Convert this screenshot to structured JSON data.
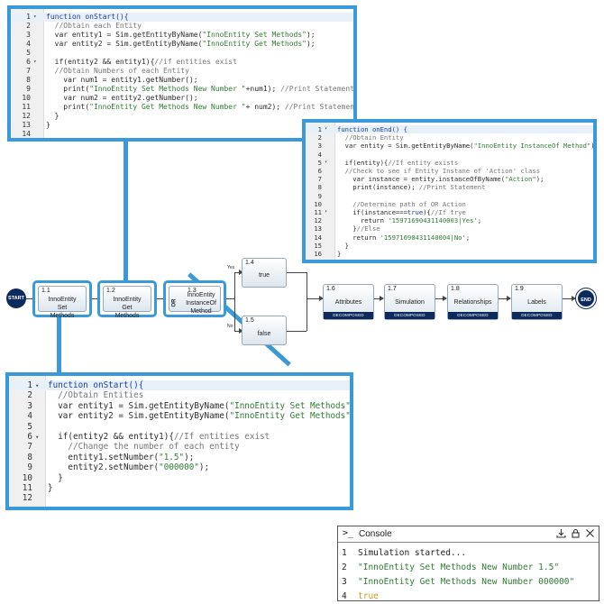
{
  "panels": {
    "on_start_top": {
      "lines": [
        [
          {
            "t": "function onStart(){",
            "c": "k"
          }
        ],
        [
          {
            "t": "  //Obtain each Entity",
            "c": "c"
          }
        ],
        [
          {
            "t": "  var entity1 = Sim.getEntityByName(",
            "c": "n"
          },
          {
            "t": "\"InnoEntity Set Methods\"",
            "c": "s"
          },
          {
            "t": ");",
            "c": "n"
          }
        ],
        [
          {
            "t": "  var entity2 = Sim.getEntityByName(",
            "c": "n"
          },
          {
            "t": "\"InnoEntity Get Methods\"",
            "c": "s"
          },
          {
            "t": ");",
            "c": "n"
          }
        ],
        [
          {
            "t": "",
            "c": "n"
          }
        ],
        [
          {
            "t": "  if(entity2 && entity1){",
            "c": "n"
          },
          {
            "t": "//if entities exist",
            "c": "c"
          }
        ],
        [
          {
            "t": "  //Obtain Numbers of each Entity",
            "c": "c"
          }
        ],
        [
          {
            "t": "    var num1 = entity1.getNumber();",
            "c": "n"
          }
        ],
        [
          {
            "t": "    print(",
            "c": "n"
          },
          {
            "t": "\"InnoEntity Set Methods New Number \"",
            "c": "s"
          },
          {
            "t": "+num1); ",
            "c": "n"
          },
          {
            "t": "//Print Statement",
            "c": "c"
          }
        ],
        [
          {
            "t": "    var num2 = entity2.getNumber();",
            "c": "n"
          }
        ],
        [
          {
            "t": "    print(",
            "c": "n"
          },
          {
            "t": "\"InnoEntity Get Methods New Number \"",
            "c": "s"
          },
          {
            "t": "+ num2); ",
            "c": "n"
          },
          {
            "t": "//Print Statement",
            "c": "c"
          }
        ],
        [
          {
            "t": "  }",
            "c": "n"
          }
        ],
        [
          {
            "t": "}",
            "c": "n"
          }
        ],
        [
          {
            "t": "",
            "c": "n"
          }
        ]
      ],
      "folds": [
        1,
        6
      ]
    },
    "on_end": {
      "lines": [
        [
          {
            "t": "function onEnd() {",
            "c": "k"
          }
        ],
        [
          {
            "t": "  //Obtain Entity",
            "c": "c"
          }
        ],
        [
          {
            "t": "  var entity = Sim.getEntityByName(",
            "c": "n"
          },
          {
            "t": "\"InnoEntity InstanceOf Method\"",
            "c": "s"
          },
          {
            "t": ");",
            "c": "n"
          }
        ],
        [
          {
            "t": "",
            "c": "n"
          }
        ],
        [
          {
            "t": "  if(entity){",
            "c": "n"
          },
          {
            "t": "//If entity exists",
            "c": "c"
          }
        ],
        [
          {
            "t": "  //Check to see if Entity Instane of 'Action' class",
            "c": "c"
          }
        ],
        [
          {
            "t": "    var instance = entity.instanceOfByName(",
            "c": "n"
          },
          {
            "t": "\"Action\"",
            "c": "s"
          },
          {
            "t": ");",
            "c": "n"
          }
        ],
        [
          {
            "t": "    print(instance); ",
            "c": "n"
          },
          {
            "t": "//Print Statement",
            "c": "c"
          }
        ],
        [
          {
            "t": "",
            "c": "n"
          }
        ],
        [
          {
            "t": "    //Determine path of OR Action",
            "c": "c"
          }
        ],
        [
          {
            "t": "    if(instance===",
            "c": "n"
          },
          {
            "t": "true",
            "c": "k"
          },
          {
            "t": "){",
            "c": "n"
          },
          {
            "t": "//If trye",
            "c": "c"
          }
        ],
        [
          {
            "t": "      return ",
            "c": "n"
          },
          {
            "t": "'15971690431140003|Yes'",
            "c": "s"
          },
          {
            "t": ";",
            "c": "n"
          }
        ],
        [
          {
            "t": "    }",
            "c": "n"
          },
          {
            "t": "//Else",
            "c": "c"
          }
        ],
        [
          {
            "t": "    return ",
            "c": "n"
          },
          {
            "t": "'15971690431140004|No'",
            "c": "s"
          },
          {
            "t": ";",
            "c": "n"
          }
        ],
        [
          {
            "t": "  }",
            "c": "n"
          }
        ],
        [
          {
            "t": "}",
            "c": "n"
          }
        ],
        [
          {
            "t": "",
            "c": "n"
          }
        ]
      ],
      "folds": [
        1,
        5,
        11
      ]
    },
    "on_start_bottom": {
      "lines": [
        [
          {
            "t": "function onStart(){",
            "c": "k"
          }
        ],
        [
          {
            "t": "  //Obtain Entities",
            "c": "c"
          }
        ],
        [
          {
            "t": "  var entity1 = Sim.getEntityByName(",
            "c": "n"
          },
          {
            "t": "\"InnoEntity Set Methods\"",
            "c": "s"
          },
          {
            "t": ");",
            "c": "n"
          }
        ],
        [
          {
            "t": "  var entity2 = Sim.getEntityByName(",
            "c": "n"
          },
          {
            "t": "\"InnoEntity Get Methods\"",
            "c": "s"
          },
          {
            "t": ");",
            "c": "n"
          }
        ],
        [
          {
            "t": "",
            "c": "n"
          }
        ],
        [
          {
            "t": "  if(entity2 && entity1){",
            "c": "n"
          },
          {
            "t": "//If entities exist",
            "c": "c"
          }
        ],
        [
          {
            "t": "    //Change the number of each entity",
            "c": "c"
          }
        ],
        [
          {
            "t": "    entity1.setNumber(",
            "c": "n"
          },
          {
            "t": "\"1.5\"",
            "c": "s"
          },
          {
            "t": ");",
            "c": "n"
          }
        ],
        [
          {
            "t": "    entity2.setNumber(",
            "c": "n"
          },
          {
            "t": "\"000000\"",
            "c": "s"
          },
          {
            "t": ");",
            "c": "n"
          }
        ],
        [
          {
            "t": "  }",
            "c": "n"
          }
        ],
        [
          {
            "t": "}",
            "c": "n"
          }
        ],
        [
          {
            "t": "",
            "c": "n"
          }
        ]
      ],
      "folds": [
        1,
        6
      ]
    }
  },
  "flow": {
    "start": "START",
    "end": "END",
    "nodes": [
      {
        "id": "1.1",
        "label": "InnoEntity Set Methods"
      },
      {
        "id": "1.2",
        "label": "InnoEntity Get Methods"
      },
      {
        "id": "1.3",
        "label": "InnoEntity InstanceOf Method",
        "or": "OR"
      },
      {
        "id": "1.4",
        "label": "true"
      },
      {
        "id": "1.5",
        "label": "false"
      },
      {
        "id": "1.6",
        "label": "Attributes",
        "badge": "DECOMPOSED"
      },
      {
        "id": "1.7",
        "label": "Simulation",
        "badge": "DECOMPOSED"
      },
      {
        "id": "1.8",
        "label": "Relationships",
        "badge": "DECOMPOSED"
      },
      {
        "id": "1.9",
        "label": "Labels",
        "badge": "DECOMPOSED"
      }
    ],
    "yes_label": "Yes",
    "no_label": "No"
  },
  "console": {
    "title": "Console",
    "prompt_icon": ">_",
    "lines": [
      {
        "n": "1",
        "text": "Simulation started...",
        "color": "#222222"
      },
      {
        "n": "2",
        "text": "\"InnoEntity Set Methods New Number 1.5\"",
        "color": "#2e7d32"
      },
      {
        "n": "3",
        "text": "\"InnoEntity Get Methods New Number 000000\"",
        "color": "#2e7d32"
      },
      {
        "n": "4",
        "text": "true",
        "color": "#c99a1a"
      }
    ]
  },
  "colors": {
    "accent": "#3a9ad9",
    "dark": "#0d2a5c"
  }
}
